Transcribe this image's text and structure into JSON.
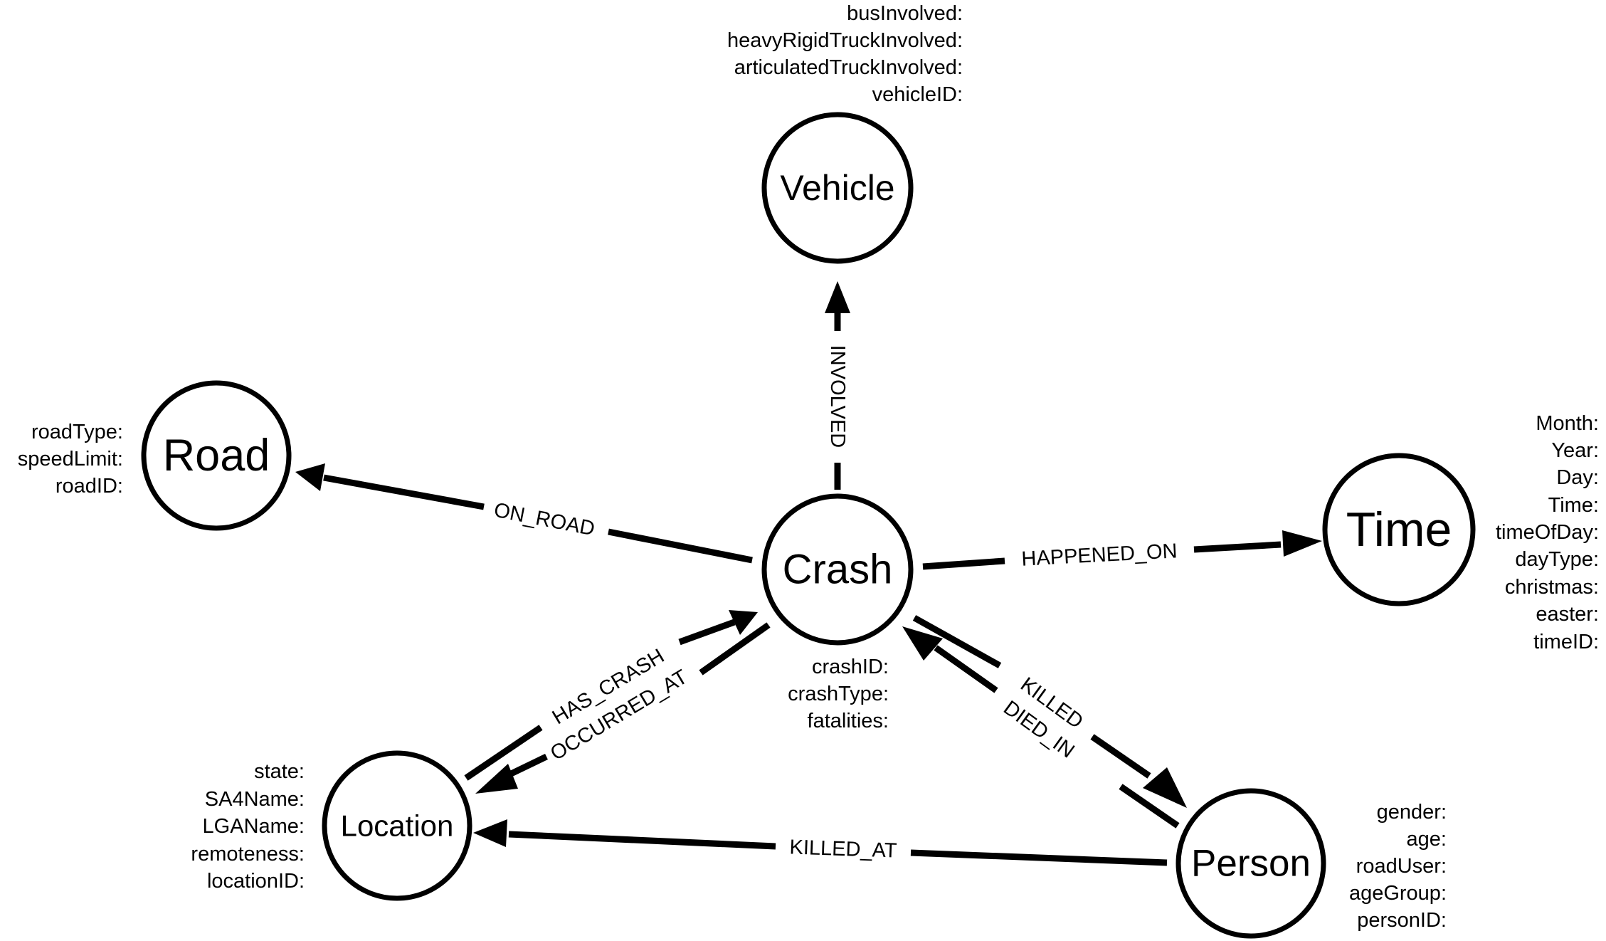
{
  "nodes": {
    "vehicle": {
      "label": "Vehicle",
      "properties": [
        "busInvolved:",
        "heavyRigidTruckInvolved:",
        "articulatedTruckInvolved:",
        "vehicleID:"
      ]
    },
    "road": {
      "label": "Road",
      "properties": [
        "roadType:",
        "speedLimit:",
        "roadID:"
      ]
    },
    "time": {
      "label": "Time",
      "properties": [
        "Month:",
        "Year:",
        "Day:",
        "Time:",
        "timeOfDay:",
        "dayType:",
        "christmas:",
        "easter:",
        "timeID:"
      ]
    },
    "crash": {
      "label": "Crash",
      "properties": [
        "crashID:",
        "crashType:",
        "fatalities:"
      ]
    },
    "location": {
      "label": "Location",
      "properties": [
        "state:",
        "SA4Name:",
        "LGAName:",
        "remoteness:",
        "locationID:"
      ]
    },
    "person": {
      "label": "Person",
      "properties": [
        "gender:",
        "age:",
        "roadUser:",
        "ageGroup:",
        "personID:"
      ]
    }
  },
  "edges": {
    "involved": "INVOLVED",
    "on_road": "ON_ROAD",
    "happened_on": "HAPPENED_ON",
    "has_crash": "HAS_CRASH",
    "occurred_at": "OCCURRED_AT",
    "killed": "KILLED",
    "died_in": "DIED_IN",
    "killed_at": "KILLED_AT"
  }
}
